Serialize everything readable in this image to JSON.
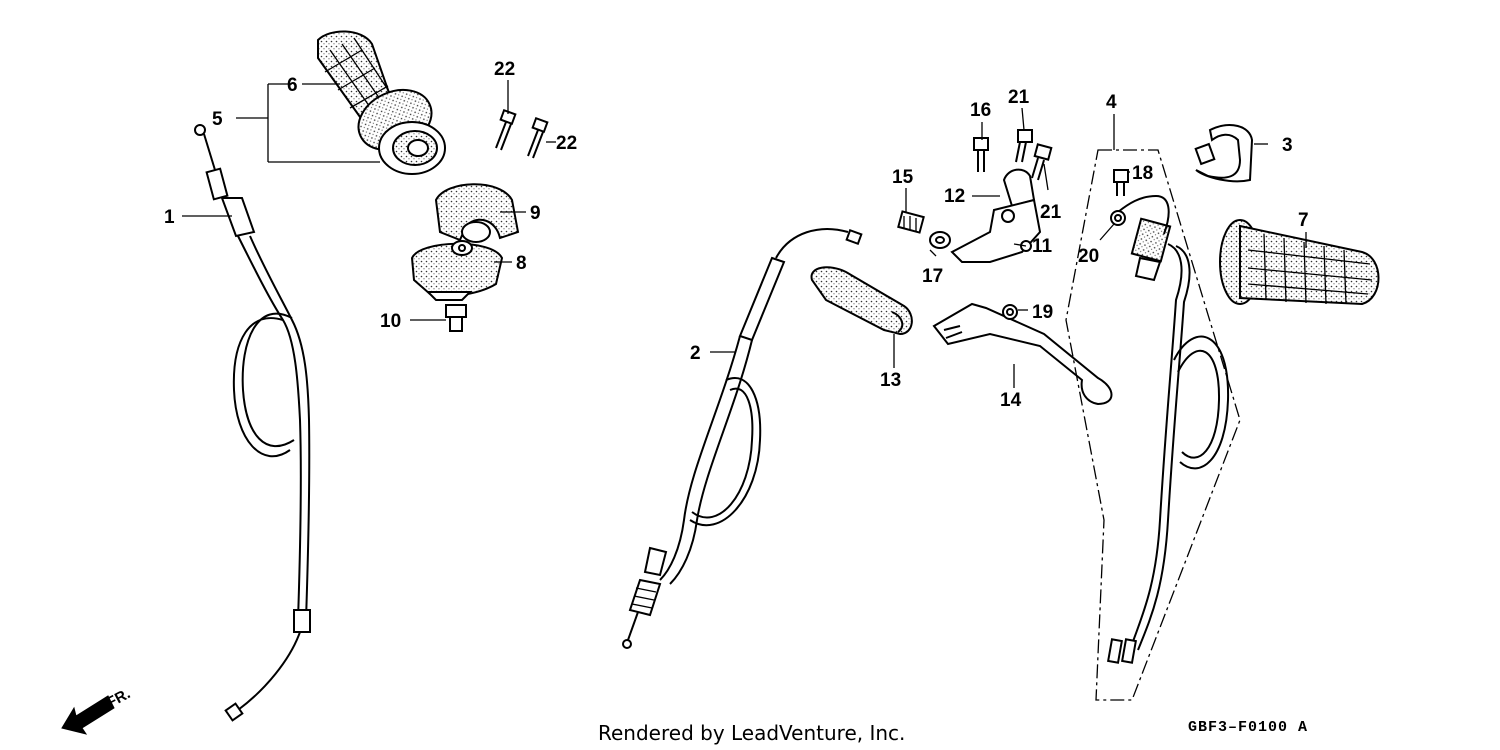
{
  "diagram": {
    "callouts": {
      "c1": "1",
      "c2": "2",
      "c3": "3",
      "c4": "4",
      "c5": "5",
      "c6": "6",
      "c7": "7",
      "c8": "8",
      "c9": "9",
      "c10": "10",
      "c11": "11",
      "c12": "12",
      "c13": "13",
      "c14": "14",
      "c15": "15",
      "c16": "16",
      "c17": "17",
      "c18": "18",
      "c19": "19",
      "c20": "20",
      "c21a": "21",
      "c21b": "21",
      "c22a": "22",
      "c22b": "22"
    },
    "front_indicator": "FR.",
    "footer_text": "Rendered by LeadVenture, Inc.",
    "diagram_code": "GBF3–F0100 A"
  }
}
